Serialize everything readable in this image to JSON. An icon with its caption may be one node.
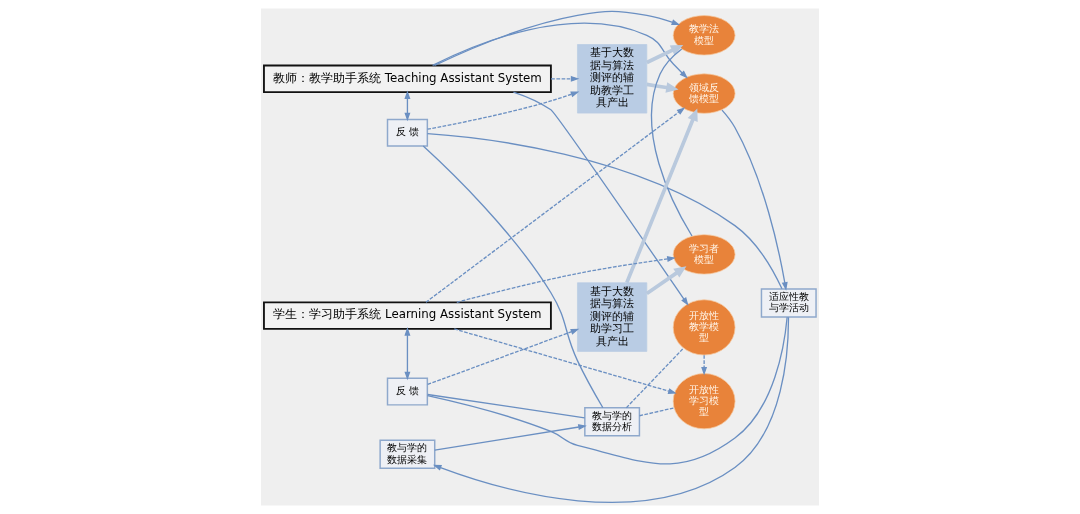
{
  "diagram": {
    "nodes": [
      {
        "text": [
          "教师：教学助手系统 Teaching Assistant System"
        ]
      },
      {
        "text": [
          "基于大数据与算法测评的辅助教学工具产出"
        ]
      },
      {
        "text": [
          "教学法模型"
        ]
      },
      {
        "text": [
          "反 馈"
        ]
      },
      {
        "text": [
          "开放性教学模型"
        ]
      },
      {
        "text": [
          "领域反馈模型"
        ]
      },
      {
        "text": [
          "适应性教与学活动"
        ]
      },
      {
        "text": [
          "教与学的数据采集"
        ]
      },
      {
        "text": [
          "教与学的数据分析"
        ]
      },
      {
        "text": [
          "开放性学习模型"
        ]
      },
      {
        "text": [
          "基于大数据与算法测评的辅助学习工具产出"
        ]
      },
      {
        "text": [
          "学习者模型"
        ]
      },
      {
        "text": [
          "反 馈"
        ]
      },
      {
        "text": [
          "学生：学习助手系统 Learning Assistant System"
        ]
      }
    ],
    "edges": [
      {
        "from": 0,
        "to": 1,
        "arrow": "to",
        "style": "dashed"
      },
      {
        "from": 3,
        "to": 1,
        "arrow": "to",
        "style": "dashed"
      },
      {
        "from": 0,
        "to": 2,
        "arrow": "to"
      },
      {
        "from": 0,
        "to": 5,
        "arrow": "to"
      },
      {
        "from": 0,
        "to": 4,
        "arrow": "to"
      },
      {
        "from": 0,
        "to": 3,
        "arrow": "both"
      },
      {
        "from": 1,
        "to": 2,
        "arrow": "to",
        "style": "thick",
        "color": "#b9c9dd"
      },
      {
        "from": 1,
        "to": 5,
        "arrow": "to",
        "style": "thick",
        "color": "#b9c9dd"
      },
      {
        "from": 5,
        "to": 6,
        "arrow": "to"
      },
      {
        "from": 2,
        "to": 11,
        "arrow": "none"
      },
      {
        "from": 6,
        "to": 7,
        "arrow": "to"
      },
      {
        "from": 7,
        "to": 8,
        "arrow": "to"
      },
      {
        "from": 6,
        "to": 3,
        "arrow": "none"
      },
      {
        "from": 3,
        "to": 8,
        "arrow": "none"
      },
      {
        "from": 6,
        "to": 12,
        "arrow": "none"
      },
      {
        "from": 12,
        "to": 8,
        "arrow": "none"
      },
      {
        "from": 8,
        "to": 4,
        "arrow": "none",
        "style": "dashed"
      },
      {
        "from": 8,
        "to": 9,
        "arrow": "none",
        "style": "dashed"
      },
      {
        "from": 4,
        "to": 9,
        "arrow": "to",
        "style": "dashed"
      },
      {
        "from": 10,
        "to": 5,
        "arrow": "to",
        "style": "thick",
        "color": "#b9c9dd"
      },
      {
        "from": 10,
        "to": 11,
        "arrow": "to",
        "style": "thick",
        "color": "#b9c9dd"
      },
      {
        "from": 12,
        "to": 10,
        "arrow": "to",
        "style": "dashed"
      },
      {
        "from": 13,
        "to": 5,
        "arrow": "to",
        "style": "dashed"
      },
      {
        "from": 13,
        "to": 11,
        "arrow": "to",
        "style": "dashed"
      },
      {
        "from": 13,
        "to": 9,
        "arrow": "to",
        "style": "dashed"
      },
      {
        "from": 13,
        "to": 12,
        "arrow": "both"
      }
    ]
  }
}
